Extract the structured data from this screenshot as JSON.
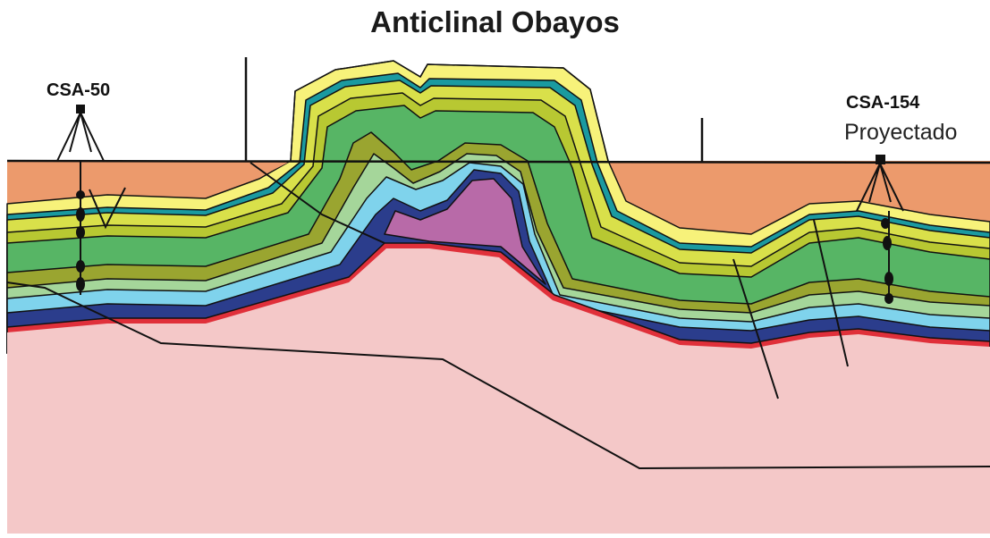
{
  "title": "Anticlinal Obayos",
  "wells": [
    {
      "id": "csa50",
      "label": "CSA-50",
      "note": ""
    },
    {
      "id": "csa154",
      "label": "CSA-154",
      "note": "Proyectado"
    }
  ],
  "colors": {
    "background": "#ffffff",
    "surface_unit": "#ec9a6c",
    "basement": "#f4c8c8",
    "layers_top_to_bottom": [
      "#f7f27a",
      "#1a9aa0",
      "#d9e04a",
      "#b8c832",
      "#57b565",
      "#9aa530",
      "#a5d69a",
      "#7fd3ec",
      "#2b3d8c",
      "#e0303a"
    ],
    "core": "#b86aa8",
    "lines": "#111111"
  }
}
